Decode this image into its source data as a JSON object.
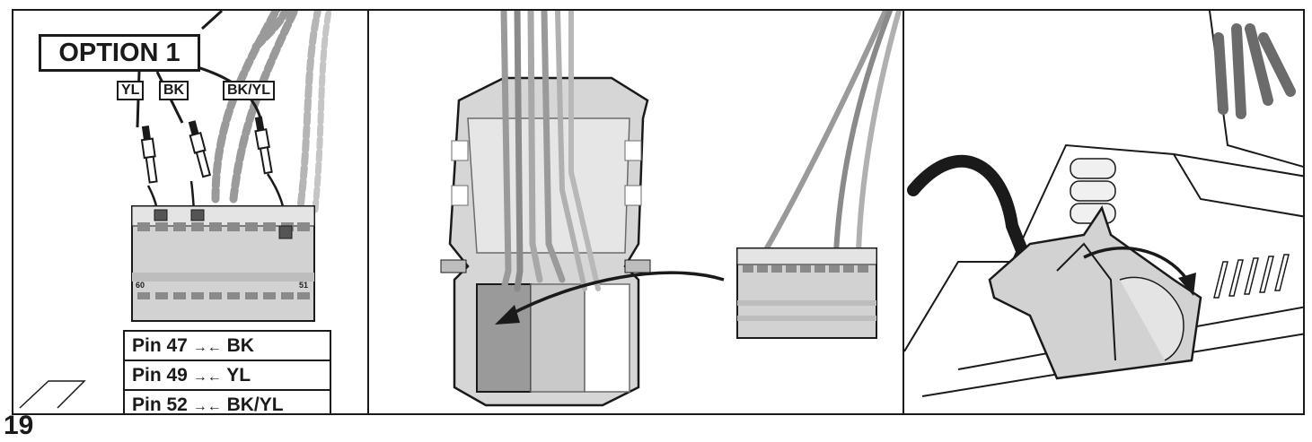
{
  "step_number": "19",
  "panel1": {
    "option_title": "OPTION 1",
    "wire_labels": [
      "YL",
      "BK",
      "BK/YL"
    ],
    "connector_numbers": [
      "60",
      "51"
    ],
    "pin_rows": [
      {
        "pin": "Pin 47",
        "symbol": "→←",
        "wire": "BK"
      },
      {
        "pin": "Pin 49",
        "symbol": "→←",
        "wire": "YL"
      },
      {
        "pin": "Pin 52",
        "symbol": "→←",
        "wire": "BK/YL"
      }
    ]
  },
  "colors": {
    "line": "#1a1a1a",
    "wire_gray": "#9a9a9a",
    "dark_gray": "#6b6b6b",
    "light_gray": "#d6d6d6",
    "connector": "#c9c9c9"
  },
  "icons": [
    "pin-insert-arrow-icon",
    "connector-icon",
    "bracket-icon",
    "harness-icon"
  ]
}
